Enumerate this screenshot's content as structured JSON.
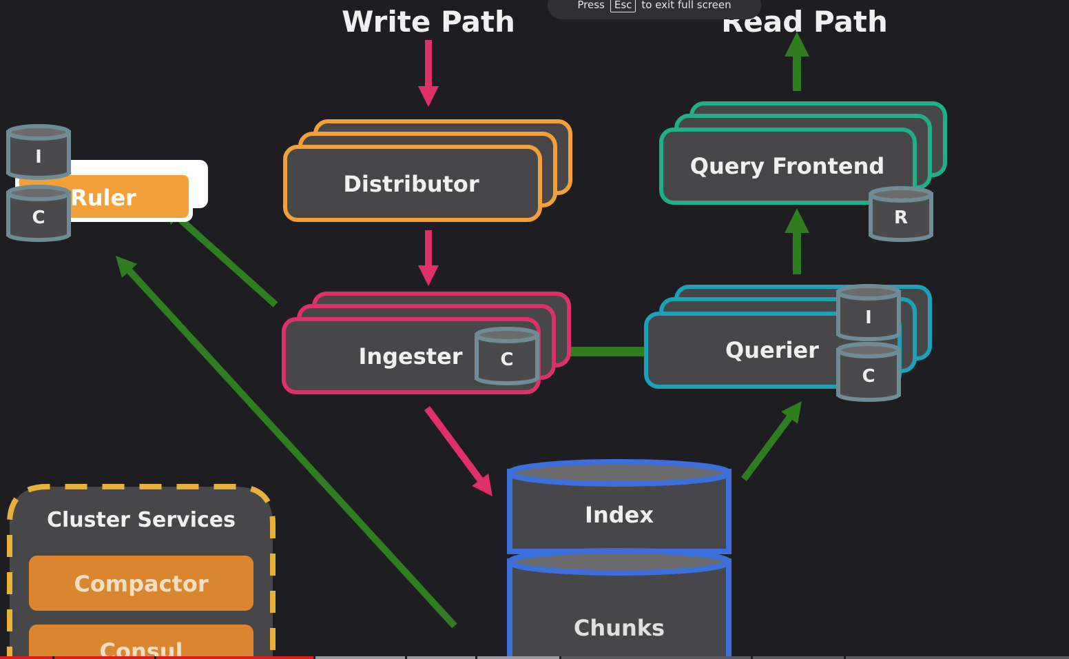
{
  "diagram": {
    "write_path_title": "Write Path",
    "read_path_title": "Read Path",
    "distributor": "Distributor",
    "ingester": "Ingester",
    "ingester_cache": "C",
    "query_frontend": "Query Frontend",
    "query_frontend_cache": "R",
    "querier": "Querier",
    "querier_cache_index": "I",
    "querier_cache_chunks": "C",
    "ruler": "Ruler",
    "ruler_cache_index": "I",
    "ruler_cache_chunks": "C",
    "store_index": "Index",
    "store_chunks": "Chunks",
    "cluster_services_title": "Cluster Services",
    "compactor": "Compactor",
    "consul": "Consul"
  },
  "colors": {
    "background": "#1e1e22",
    "box_fill": "#474749",
    "write_arrow": "#e0306a",
    "read_arrow": "#2e7d1e",
    "distributor_border": "#f4a03a",
    "ingester_border": "#e0306a",
    "query_frontend_border": "#1fb08a",
    "querier_border": "#1aa3b8",
    "store_border": "#3a6fdc",
    "cache_border": "#6f8b96",
    "cluster_border": "#e8b13a",
    "service_fill": "#d9862f"
  },
  "overlay": {
    "press": "Press",
    "key": "Esc",
    "suffix": "to exit full screen"
  },
  "player": {
    "played_fraction": 0.293
  }
}
